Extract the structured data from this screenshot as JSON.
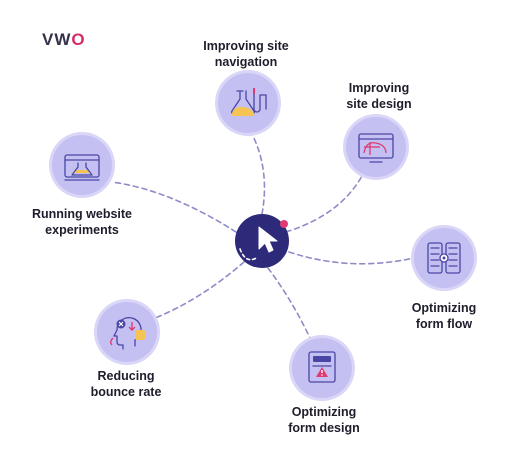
{
  "logo": {
    "text_v": "VW",
    "text_o": "O",
    "brand_color": "#d62d6a",
    "text_color": "#34324a"
  },
  "colors": {
    "node_fill": "#c4c0f2",
    "node_stroke": "#d9d6f8",
    "hub_fill": "#2e2a7a",
    "hub_accent": "#e03a73",
    "connector": "#8f8bc8",
    "icon_line": "#4a46a6",
    "icon_yellow": "#f5c452",
    "icon_red": "#e03a73"
  },
  "hub": {
    "icon": "cursor-arrow-icon"
  },
  "nodes": [
    {
      "id": "site-navigation",
      "icon": "flask-lab-icon",
      "line1": "Improving site",
      "line2": "navigation"
    },
    {
      "id": "site-design",
      "icon": "monitor-wireframe-icon",
      "line1": "Improving",
      "line2": "site design"
    },
    {
      "id": "website-experiments",
      "icon": "beaker-experiment-icon",
      "line1": "Running website",
      "line2": "experiments"
    },
    {
      "id": "form-flow",
      "icon": "form-columns-icon",
      "line1": "Optimizing",
      "line2": "form flow"
    },
    {
      "id": "bounce-rate",
      "icon": "head-thinking-icon",
      "line1": "Reducing",
      "line2": "bounce rate"
    },
    {
      "id": "form-design",
      "icon": "form-document-icon",
      "line1": "Optimizing",
      "line2": "form design"
    }
  ]
}
